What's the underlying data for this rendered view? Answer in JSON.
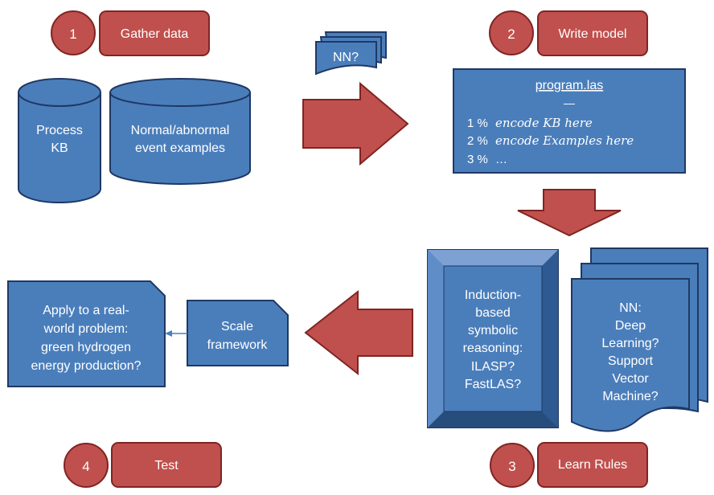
{
  "steps": {
    "gather": {
      "number": "1",
      "label": "Gather data"
    },
    "write": {
      "number": "2",
      "label": "Write model"
    },
    "learn": {
      "number": "3",
      "label": "Learn Rules"
    },
    "test": {
      "number": "4",
      "label": "Test"
    }
  },
  "process_kb": [
    "Process",
    "KB"
  ],
  "examples": [
    "Normal/abnormal",
    "event examples"
  ],
  "nn_doc": "NN?",
  "program": {
    "filename": "program.las",
    "separator": "—",
    "lines": [
      {
        "num": "1 %",
        "text": "encode KB here"
      },
      {
        "num": "2 %",
        "text": "encode Examples here"
      },
      {
        "num": "3 %",
        "text": "…"
      }
    ]
  },
  "symbolic": [
    "Induction-",
    "based",
    "symbolic",
    "reasoning:",
    "ILASP?",
    "FastLAS?"
  ],
  "nn_learn": [
    "NN:",
    "Deep",
    "Learning?",
    "Support",
    "Vector",
    "Machine?"
  ],
  "scale": [
    "Scale",
    "framework"
  ],
  "apply": [
    "Apply to a real-",
    "world problem:",
    "green hydrogen",
    "energy production?"
  ],
  "colors": {
    "blue_fill": "#4a7ebb",
    "blue_stroke": "#1f3864",
    "red_fill": "#c0504d",
    "red_stroke": "#7f2523"
  }
}
